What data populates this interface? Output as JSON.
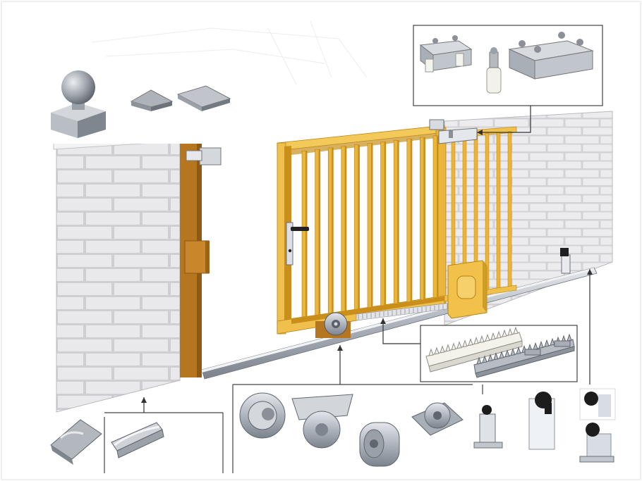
{
  "diagram": {
    "caption_top_left": "",
    "colors": {
      "gate": "#e9b53a",
      "gate_dark": "#c98f1a",
      "post": "#b5761f",
      "brick": "#e6e6e8",
      "mortar": "#cfcfd3",
      "metal": "#b7bcc4",
      "metal_dark": "#7f858e",
      "callout_line": "#333333",
      "box_border": "#444444",
      "motor": "#f1c14a"
    },
    "components": [
      {
        "id": "post-cap-ball",
        "icon": "ball-post-cap-icon"
      },
      {
        "id": "post-cap-pyramid",
        "icon": "pyramid-post-cap-icon"
      },
      {
        "id": "top-guide-rollers",
        "icon": "guide-roller-icon"
      },
      {
        "id": "gear-rack",
        "icon": "gear-rack-icon"
      },
      {
        "id": "ground-track",
        "icon": "track-rail-icon"
      },
      {
        "id": "wheels",
        "icon": "v-groove-wheel-icon"
      },
      {
        "id": "end-stops",
        "icon": "end-stop-icon"
      }
    ]
  }
}
